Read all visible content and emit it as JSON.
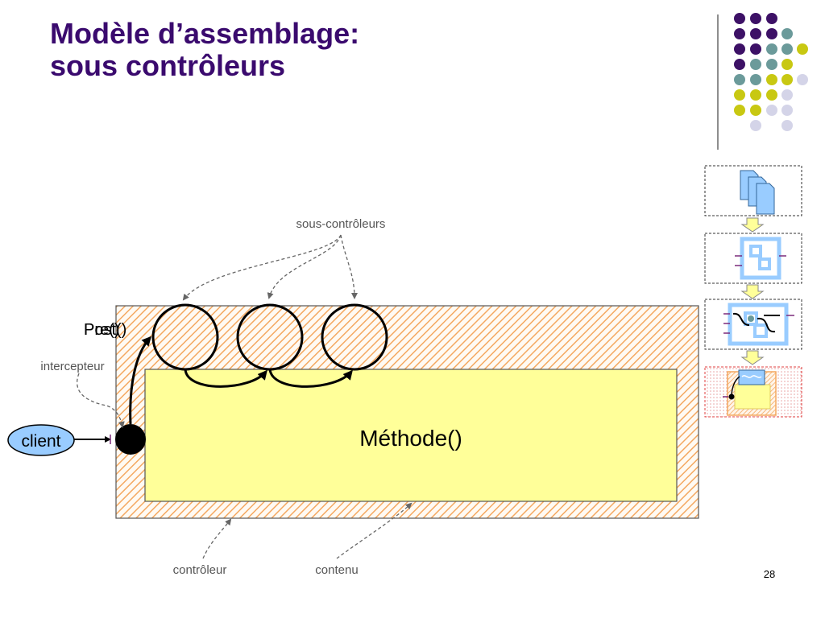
{
  "slide": {
    "title_line1": "Modèle d’assemblage:",
    "title_line2": "sous contrôleurs",
    "page_number": "28"
  },
  "diagram": {
    "label_sous_controleurs": "sous-contrôleurs",
    "label_intercepteur": "intercepteur",
    "label_client": "client",
    "label_methode": "Méthode()",
    "label_pre": "Pre()",
    "label_post": "Post()",
    "label_controleur": "contrôleur",
    "label_contenu": "contenu"
  },
  "colors": {
    "title": "#3a0a6e",
    "dot_purple": "#3d1166",
    "dot_teal": "#6b9a9a",
    "dot_yellow": "#c8c812",
    "dot_lavender": "#d4d4e8",
    "content_fill": "#ffff99",
    "hatch_orange": "#f4a860",
    "client_fill": "#99ccff"
  }
}
